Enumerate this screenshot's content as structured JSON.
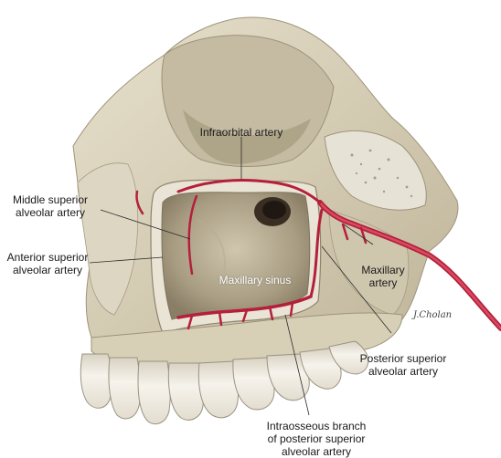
{
  "labels": {
    "infraorbital": "Infraorbital artery",
    "middle_superior_l1": "Middle superior",
    "middle_superior_l2": "alveolar artery",
    "anterior_superior_l1": "Anterior superior",
    "anterior_superior_l2": "alveolar artery",
    "maxillary_sinus": "Maxillary sinus",
    "maxillary_artery_l1": "Maxillary",
    "maxillary_artery_l2": "artery",
    "posterior_superior_l1": "Posterior superior",
    "posterior_superior_l2": "alveolar artery",
    "intraosseous_l1": "Intraosseous branch",
    "intraosseous_l2": "of posterior superior",
    "intraosseous_l3": "alveolar artery"
  },
  "signature": "J.Cholan",
  "colors": {
    "bone": "#d9d2bd",
    "bone_shadow": "#b3aa92",
    "cavity": "#9b9077",
    "artery": "#b4203a",
    "artery_light": "#d84b63",
    "leader": "#2b2b2b",
    "tooth": "#f3f0e8"
  }
}
